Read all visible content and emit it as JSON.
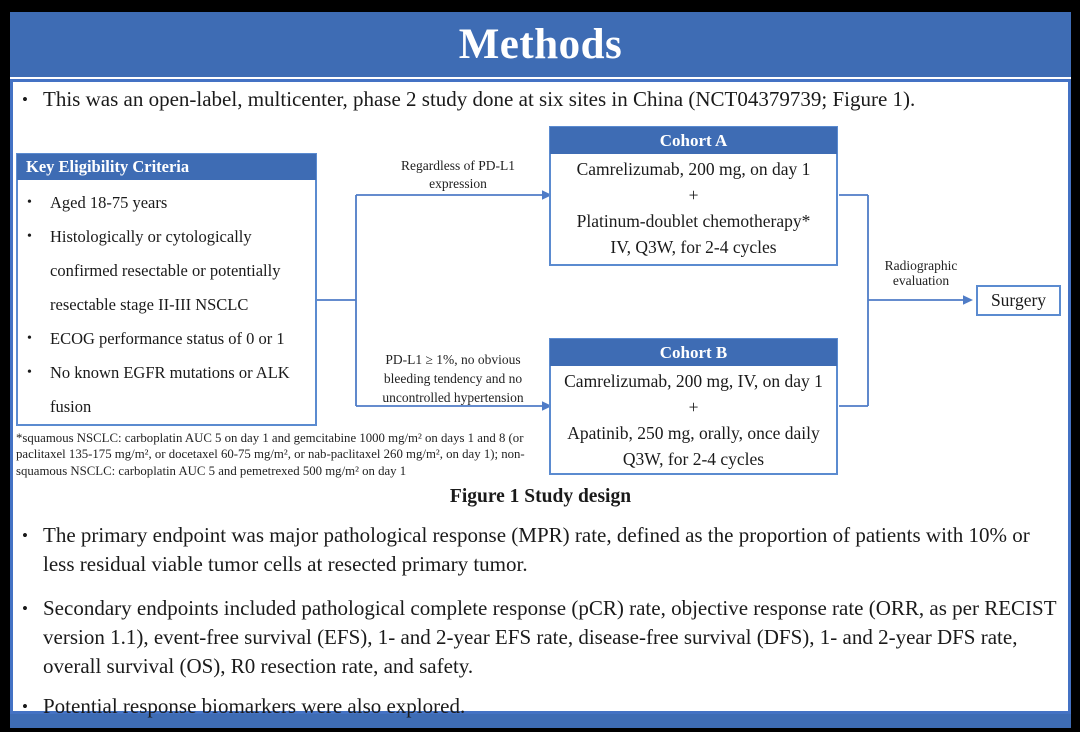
{
  "slide": {
    "title": "Methods",
    "intro": "This was an open-label, multicenter, phase 2 study done at six sites in China (NCT04379739; Figure 1).",
    "endpoints": {
      "primary": "The primary endpoint was major pathological response (MPR) rate, defined as the proportion of patients with 10% or less residual viable tumor cells at resected primary tumor.",
      "secondary": "Secondary endpoints included pathological complete response (pCR) rate, objective response rate (ORR, as per RECIST version 1.1), event-free survival (EFS), 1- and 2-year EFS rate, disease-free survival (DFS), 1- and 2-year DFS rate, overall survival (OS), R0 resection rate, and safety.",
      "biomarkers": "Potential response biomarkers were also explored."
    }
  },
  "figure": {
    "caption": "Figure 1 Study design",
    "eligibility": {
      "header": "Key Eligibility Criteria",
      "items": [
        "Aged 18-75 years",
        "Histologically or cytologically confirmed resectable or potentially resectable stage II-III NSCLC",
        "ECOG performance status of 0 or 1",
        "No known EGFR mutations or ALK fusion"
      ]
    },
    "branch_top_label": "Regardless of PD-L1 expression",
    "branch_bottom_label": "PD-L1 ≥ 1%, no obvious bleeding tendency and no uncontrolled hypertension",
    "cohort_a": {
      "header": "Cohort A",
      "lines": [
        "Camrelizumab, 200 mg, on day 1",
        "+",
        "Platinum-doublet chemotherapy*",
        "IV, Q3W, for 2-4 cycles"
      ]
    },
    "cohort_b": {
      "header": "Cohort B",
      "lines": [
        "Camrelizumab, 200 mg, IV, on day 1",
        "+",
        "Apatinib, 250 mg, orally, once daily",
        "Q3W, for 2-4 cycles"
      ]
    },
    "radiographic_label": "Radiographic evaluation",
    "surgery_label": "Surgery",
    "footnote": "*squamous NSCLC: carboplatin AUC 5 on day 1 and gemcitabine 1000 mg/m² on days 1 and 8 (or paclitaxel 135-175 mg/m², or docetaxel 60-75 mg/m², or nab-paclitaxel 260 mg/m², on day 1); non-squamous NSCLC: carboplatin AUC 5 and pemetrexed 500 mg/m² on day 1"
  },
  "colors": {
    "accent_blue": "#3e6cb4",
    "border_blue": "#4472c4",
    "box_border_blue": "#5b8bd0",
    "connector_blue": "#4f7cc7",
    "background": "#000000",
    "text": "#1a1a1a"
  }
}
